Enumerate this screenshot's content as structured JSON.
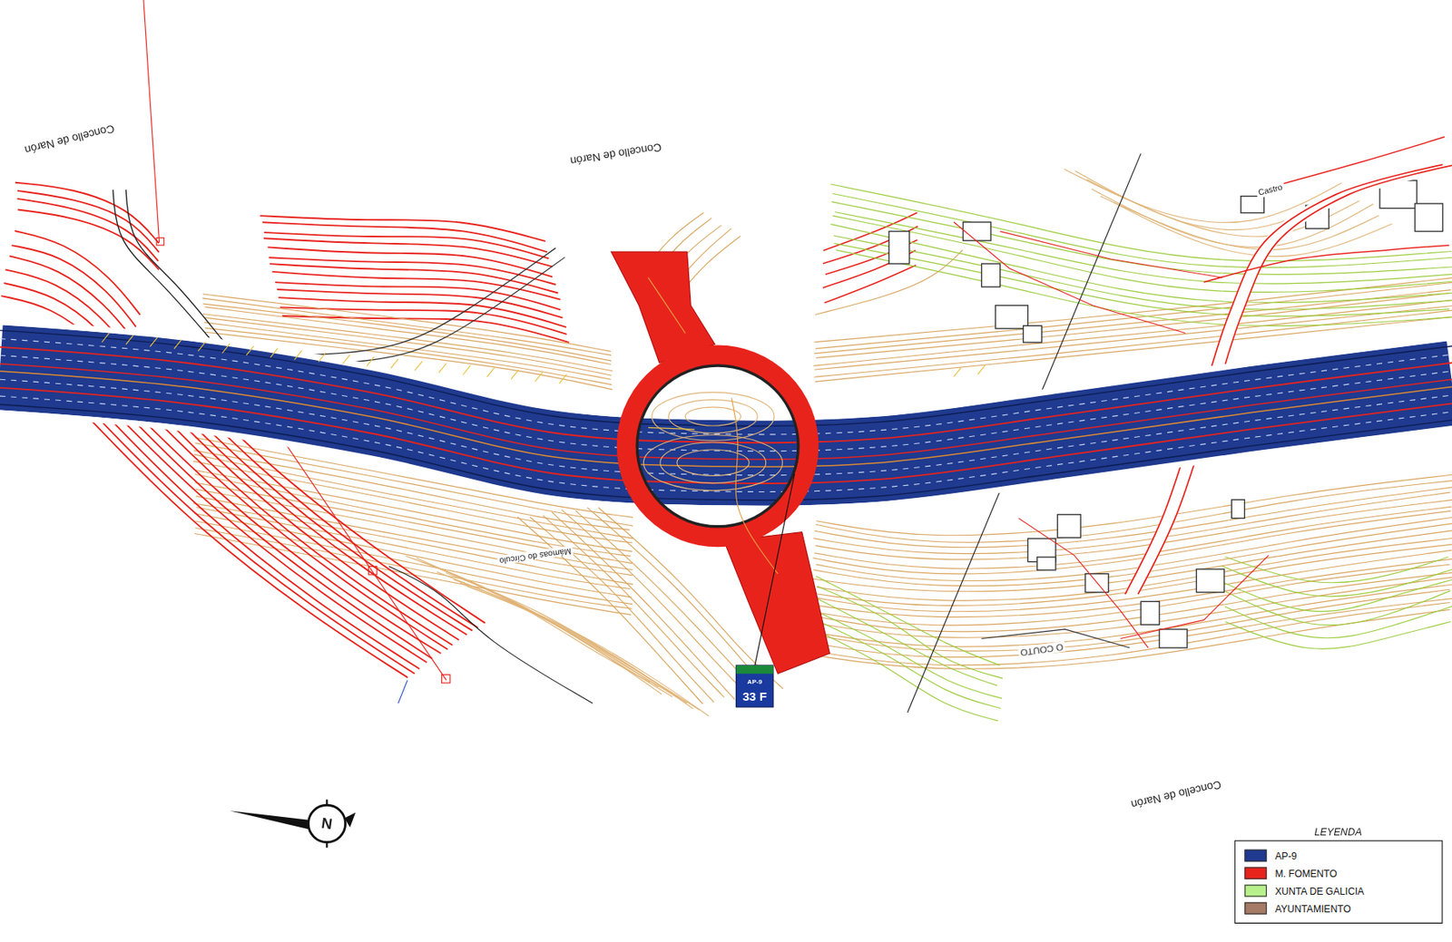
{
  "diagram": {
    "labels": [
      "Concello de Narón",
      "Concello de Narón",
      "Concello de Narón",
      "Castro",
      "Mámoas do Círculo",
      "O COUTO",
      "AP-9",
      "33 F",
      "LEYENDA",
      "N"
    ],
    "legend": [
      {
        "text": "AP-9",
        "color": "#1f3a8f"
      },
      {
        "text": "M. FOMENTO",
        "color": "#e8231c"
      },
      {
        "text": "XUNTA DE GALICIA",
        "color": "#b8f08c"
      },
      {
        "text": "AYUNTAMIENTO",
        "color": "#a57a66"
      }
    ]
  }
}
